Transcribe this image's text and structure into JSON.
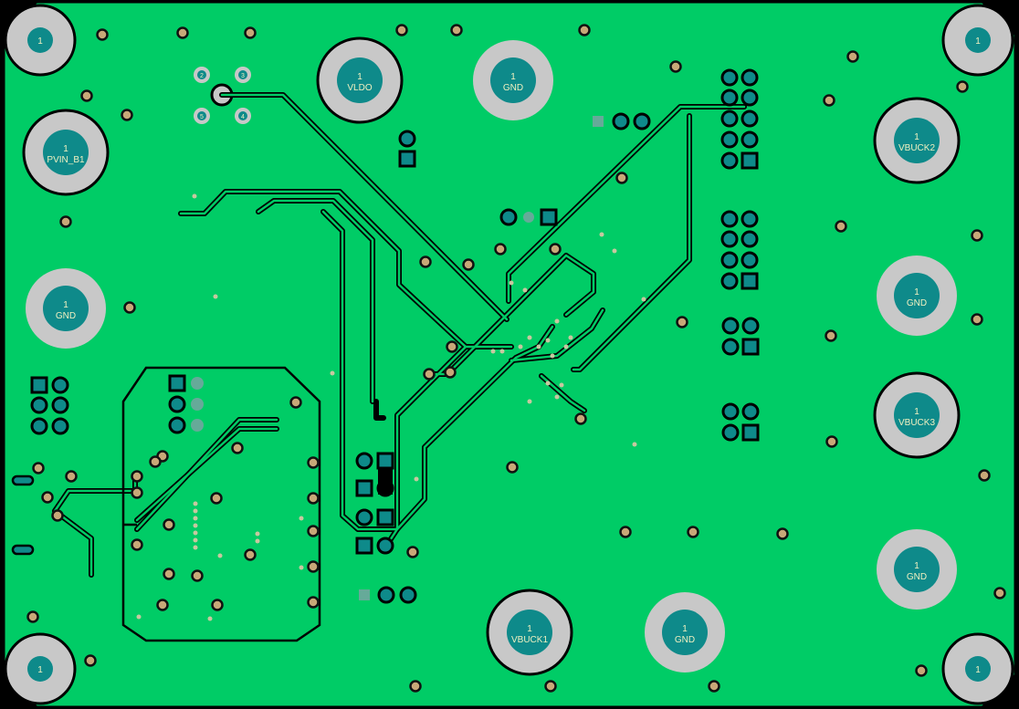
{
  "board": {
    "copper_color": "#00CC66",
    "outline_color": "#000000",
    "pad_teal": "#0E8A8A",
    "pad_gray": "#C8C8C8",
    "label_color": "#F0F0C0",
    "via_ring": "#1A1A1A",
    "via_copper": "#C8A878"
  },
  "pads": {
    "mount_tl": {
      "number": "1",
      "name": ""
    },
    "mount_tr": {
      "number": "1",
      "name": ""
    },
    "mount_bl": {
      "number": "1",
      "name": ""
    },
    "mount_br": {
      "number": "1",
      "name": ""
    },
    "vldo": {
      "number": "1",
      "name": "VLDO"
    },
    "gnd_top": {
      "number": "1",
      "name": "GND"
    },
    "pvin_b1": {
      "number": "1",
      "name": "PVIN_B1"
    },
    "gnd_left": {
      "number": "1",
      "name": "GND"
    },
    "vbuck2": {
      "number": "1",
      "name": "VBUCK2"
    },
    "gnd_right": {
      "number": "1",
      "name": "GND"
    },
    "vbuck3": {
      "number": "1",
      "name": "VBUCK3"
    },
    "gnd_right2": {
      "number": "1",
      "name": "GND"
    },
    "vbuck1": {
      "number": "1",
      "name": "VBUCK1"
    },
    "gnd_bottom": {
      "number": "1",
      "name": "GND"
    }
  },
  "small_pad_labels": [
    "2",
    "3",
    "5",
    "4"
  ]
}
